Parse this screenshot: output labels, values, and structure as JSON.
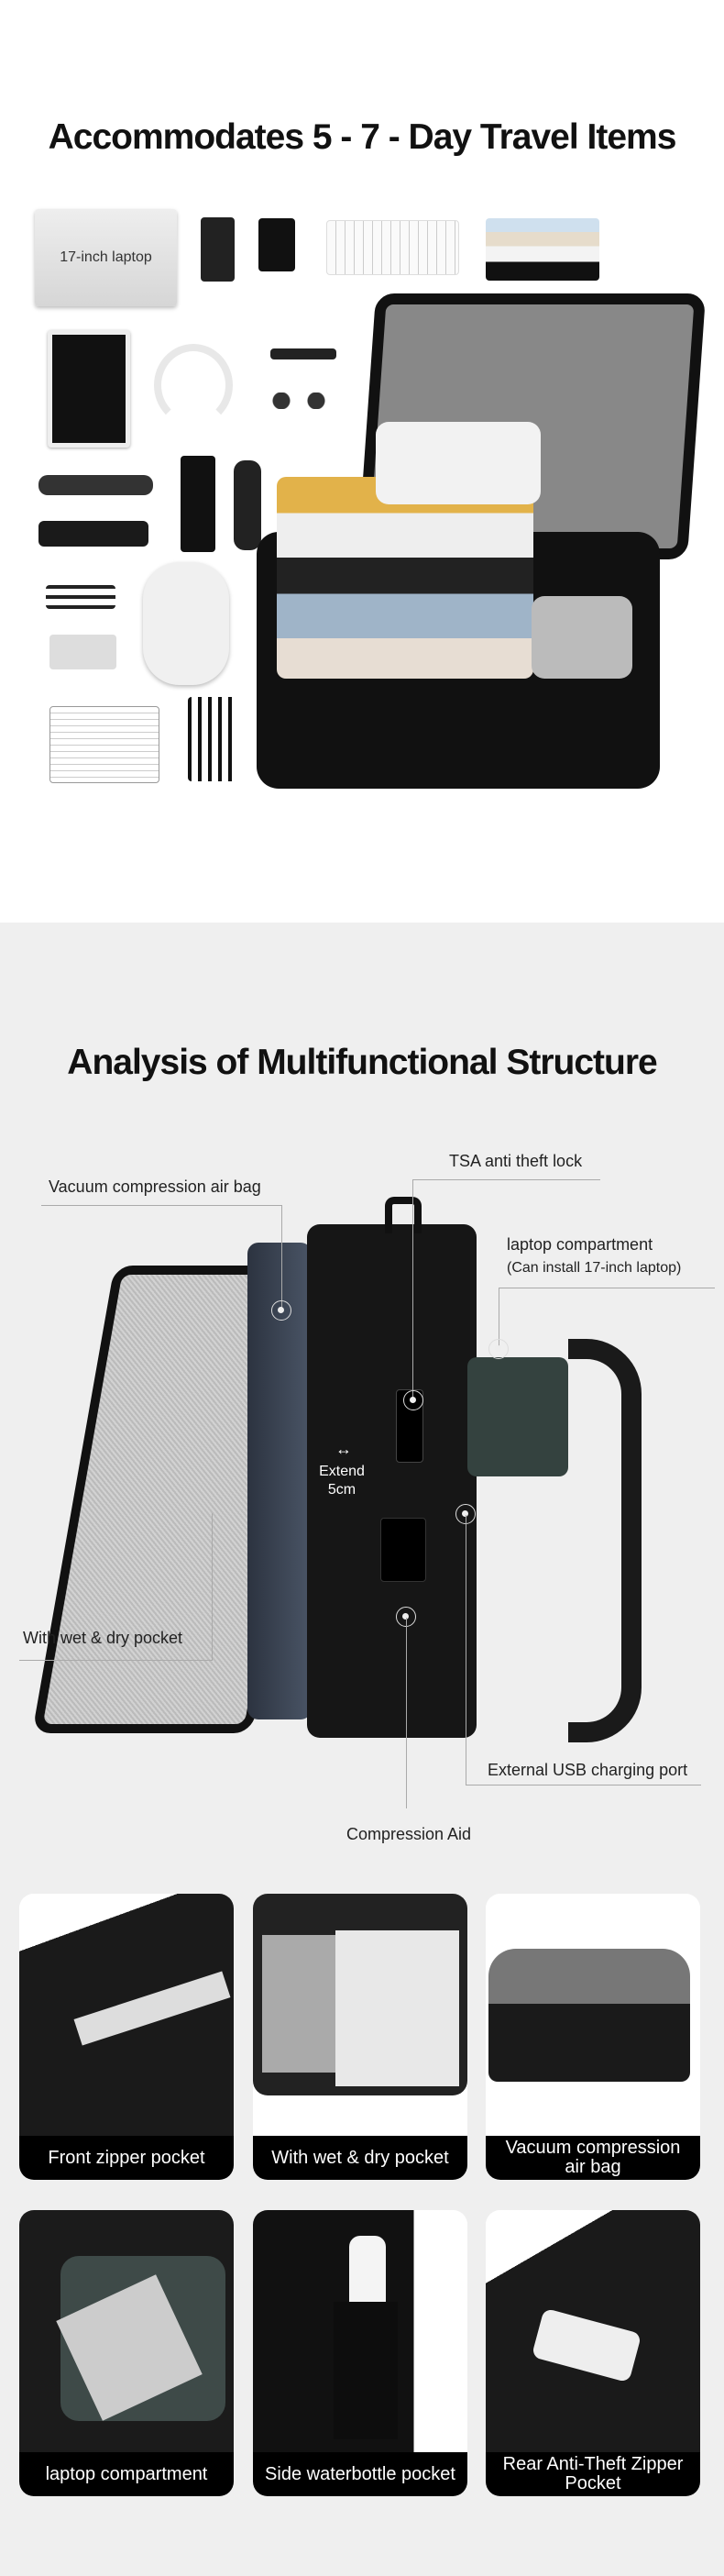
{
  "section1": {
    "title": "Accommodates 5 - 7 - Day Travel Items",
    "laptop_label": "17-inch laptop"
  },
  "section2": {
    "title": "Analysis of Multifunctional Structure",
    "callouts": {
      "vacuum": "Vacuum compression air bag",
      "tsa": "TSA anti theft lock",
      "laptop": "laptop compartment",
      "laptop_note": "(Can install 17-inch laptop)",
      "wet_dry": "With wet & dry pocket",
      "usb": "External USB charging port",
      "compression": "Compression Aid",
      "extend": "Extend",
      "extend_size": "5cm"
    }
  },
  "features": [
    {
      "label": "Front zipper pocket"
    },
    {
      "label": "With wet & dry pocket"
    },
    {
      "label": "Vacuum compression air bag"
    },
    {
      "label": "laptop compartment"
    },
    {
      "label": "Side waterbottle pocket"
    },
    {
      "label": "Rear Anti-Theft Zipper Pocket"
    }
  ]
}
